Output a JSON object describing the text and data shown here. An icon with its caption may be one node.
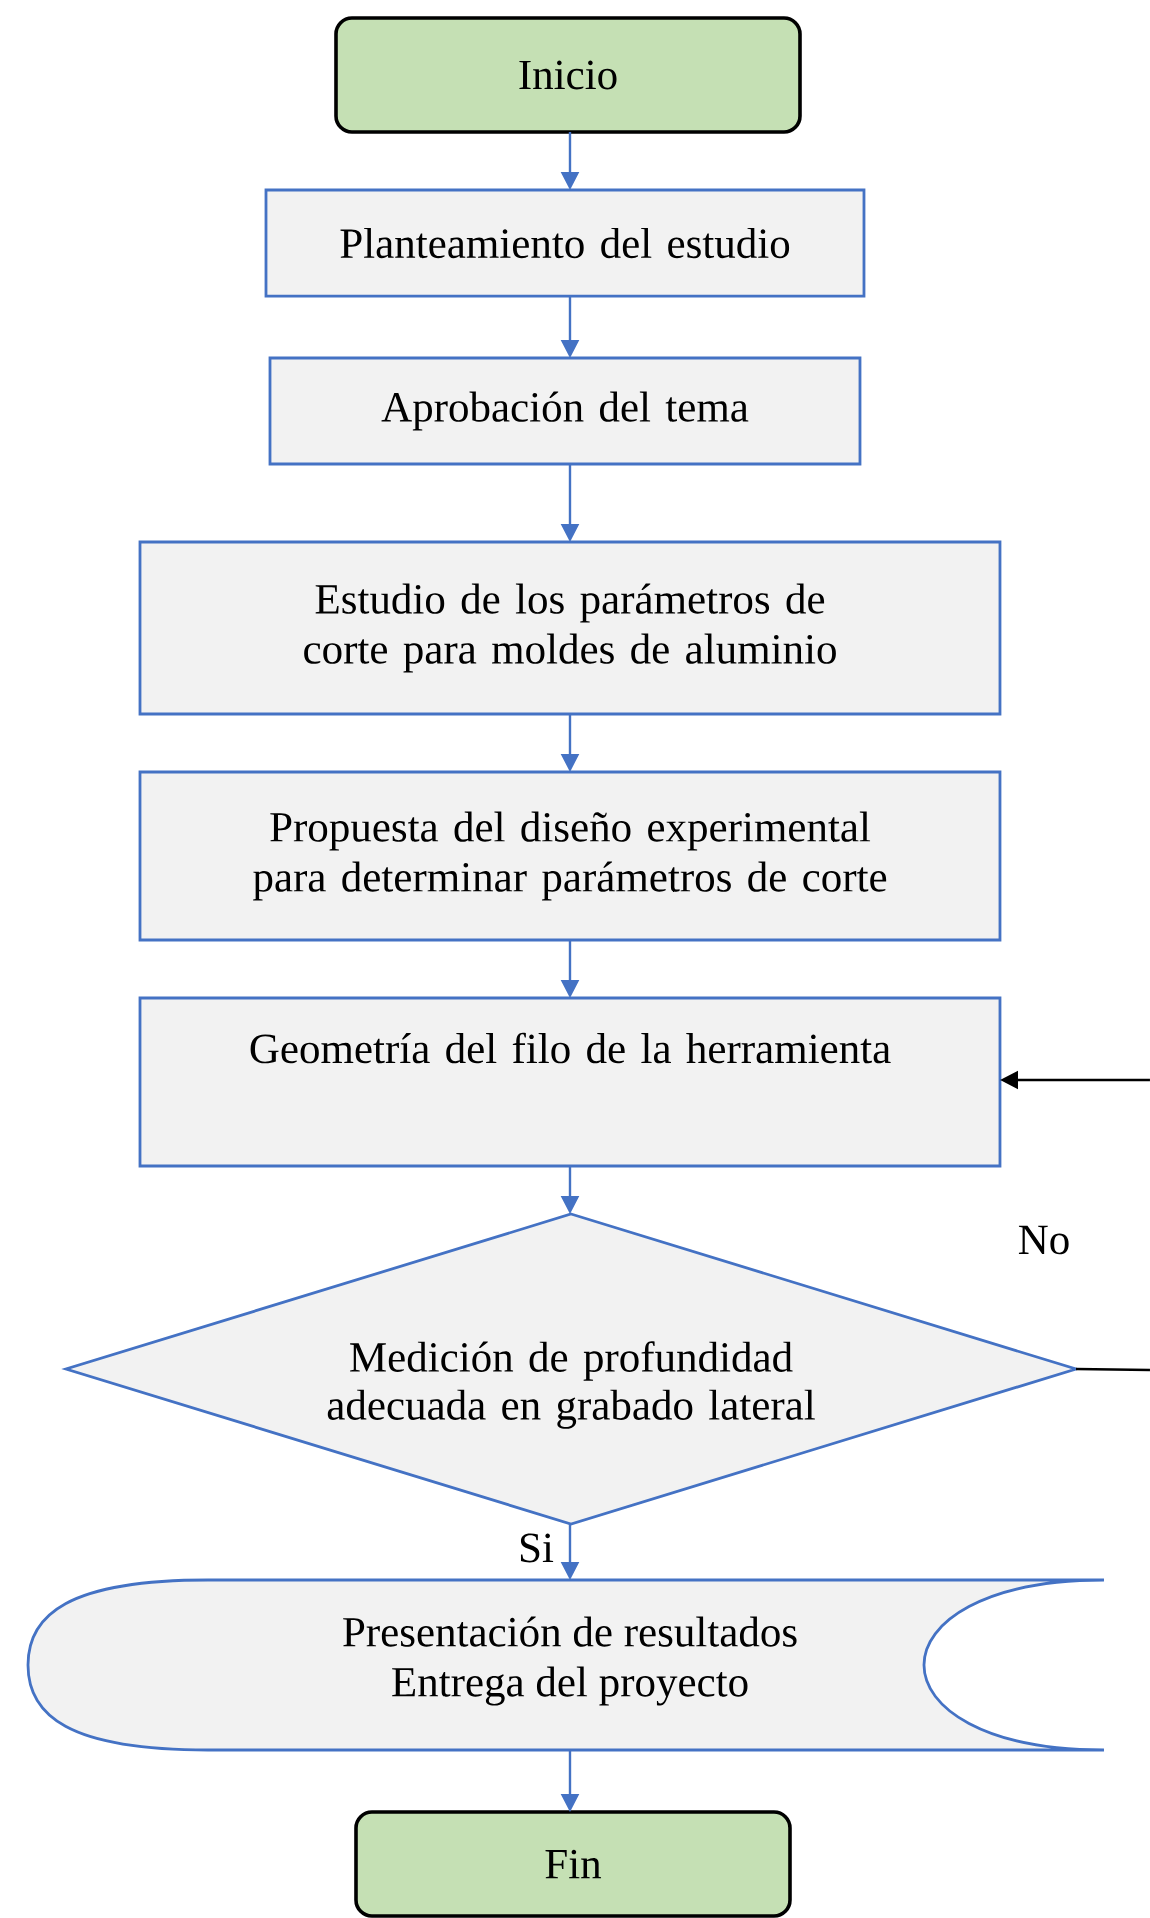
{
  "diagram": {
    "nodes": [
      {
        "text": [
          "Inicio"
        ]
      },
      {
        "text": [
          "Planteamiento del estudio"
        ]
      },
      {
        "text": [
          "Aprobación del tema"
        ]
      },
      {
        "text": [
          "Estudio de los parámetros de corte para moldes de aluminio"
        ]
      },
      {
        "text": [
          "Propuesta del diseño experimental para determinar parámetros de corte"
        ]
      },
      {
        "text": [
          "Geometría del filo de la herramienta"
        ]
      },
      {
        "text": [
          "Medición de profundidad adecuada en grabado lateral"
        ]
      },
      {
        "text": [
          "Presentación de resultados",
          "Entrega del proyecto"
        ]
      },
      {
        "text": [
          "Fin"
        ]
      }
    ],
    "edges": [
      {
        "from": 0,
        "to": 1,
        "arrow": "to"
      },
      {
        "from": 1,
        "to": 2,
        "arrow": "to"
      },
      {
        "from": 2,
        "to": 3,
        "arrow": "to"
      },
      {
        "from": 3,
        "to": 4,
        "arrow": "to"
      },
      {
        "from": 4,
        "to": 5,
        "arrow": "to"
      },
      {
        "from": 5,
        "to": 6,
        "arrow": "to"
      },
      {
        "from": 6,
        "to": 7,
        "arrow": "to",
        "label": "Si"
      },
      {
        "from": 7,
        "to": 8,
        "arrow": "to"
      },
      {
        "from": 6,
        "to": null,
        "arrow": "none",
        "label": "No",
        "color": "#000000"
      },
      {
        "from": null,
        "to": 5,
        "arrow": "to",
        "color": "#000000"
      }
    ]
  }
}
